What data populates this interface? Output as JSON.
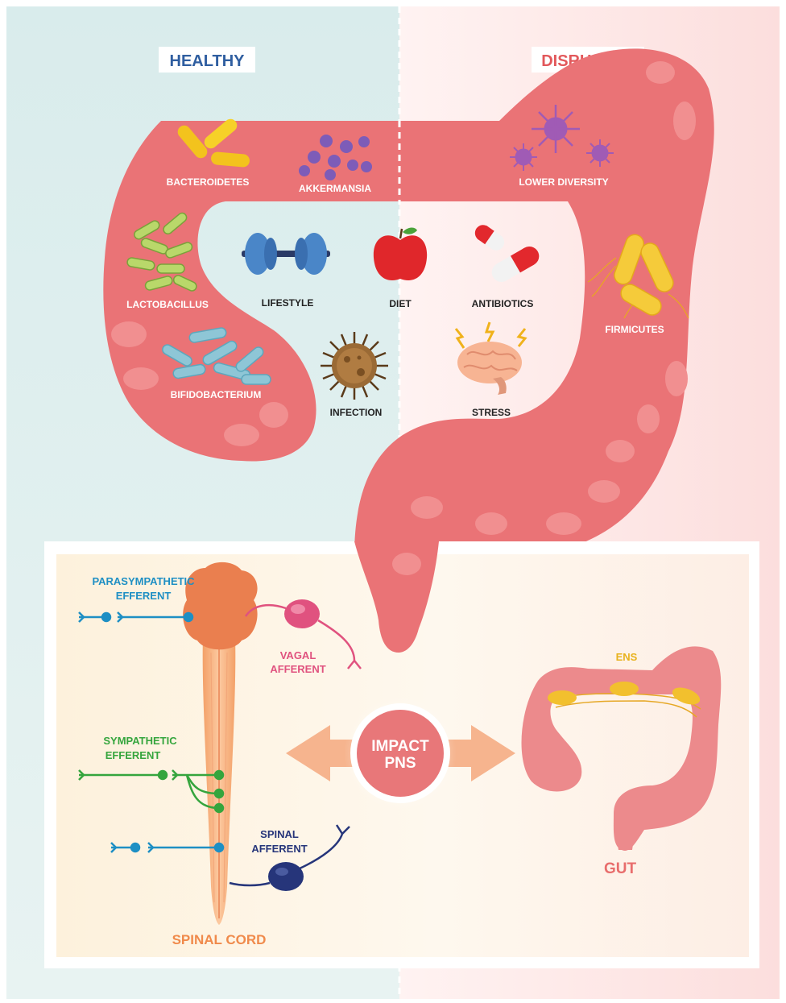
{
  "header": {
    "healthy": "HEALTHY",
    "disrupted": "DISRUPTED"
  },
  "microbes": {
    "bacteroidetes": "BACTEROIDETES",
    "akkermansia": "AKKERMANSIA",
    "lower_diversity": "LOWER DIVERSITY",
    "lactobacillus": "LACTOBACILLUS",
    "bifidobacterium": "BIFIDOBACTERIUM",
    "firmicutes": "FIRMICUTES"
  },
  "factors": {
    "lifestyle": "LIFESTYLE",
    "diet": "DIET",
    "antibiotics": "ANTIBIOTICS",
    "infection": "INFECTION",
    "stress": "STRESS"
  },
  "nervous": {
    "parasympathetic_line1": "PARASYMPATHETIC",
    "parasympathetic_line2": "EFFERENT",
    "vagal_line1": "VAGAL",
    "vagal_line2": "AFFERENT",
    "sympathetic_line1": "SYMPATHETIC",
    "sympathetic_line2": "EFFERENT",
    "spinal_line1": "SPINAL",
    "spinal_line2": "AFFERENT",
    "spinal_cord": "SPINAL CORD",
    "impact_line1": "IMPACT",
    "impact_line2": "PNS",
    "ens": "ENS",
    "gut": "GUT"
  },
  "colors": {
    "healthy_bg": "#dcedec",
    "disrupted_bg": "#fbd9d8",
    "colon": "#ea7376",
    "colon_dark": "#d95a60",
    "header_healthy": "#2f5ea0",
    "header_disrupted": "#e2585b",
    "parasympathetic": "#1e8fc4",
    "vagal": "#e0527f",
    "sympathetic": "#35a53d",
    "spinal_afferent": "#26357a",
    "spinal_cord": "#f08a4b",
    "ens": "#e8b21d",
    "gut": "#e86d6c"
  }
}
